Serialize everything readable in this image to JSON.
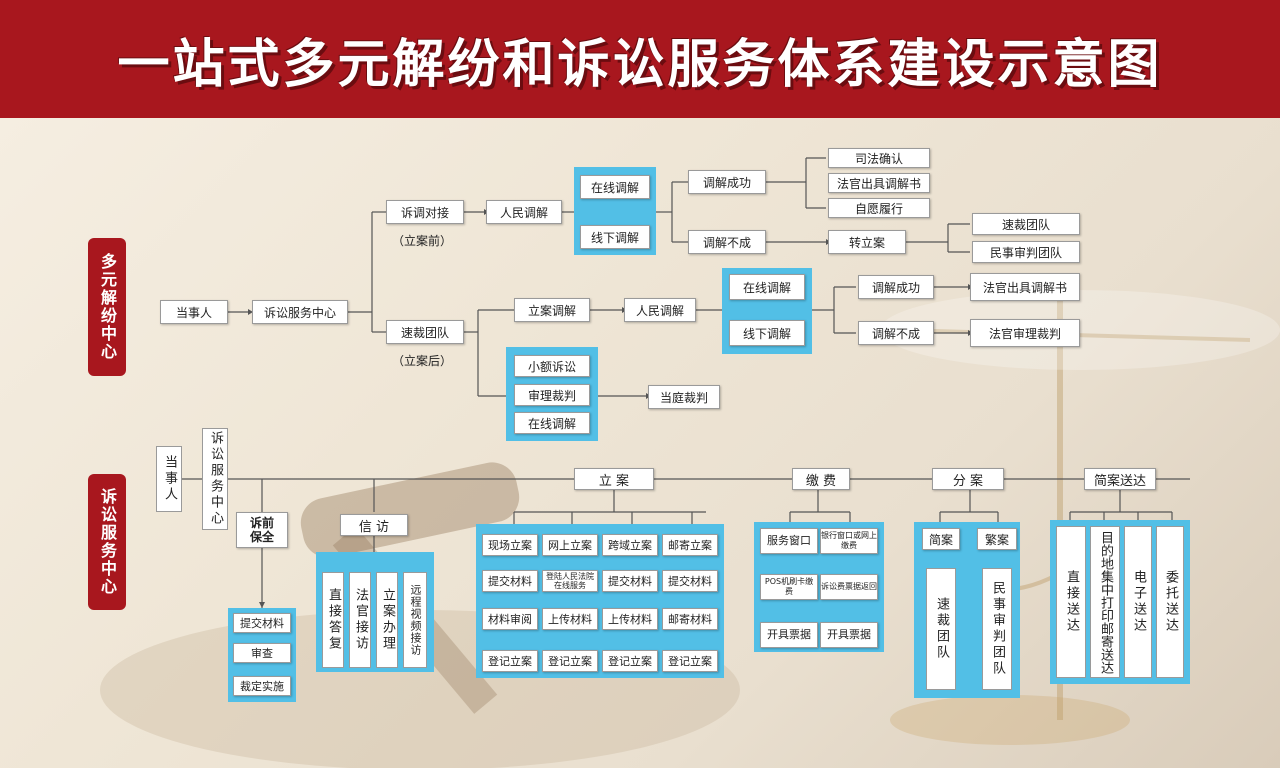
{
  "title": "一站式多元解纷和诉讼服务体系建设示意图",
  "colors": {
    "header": "#a8171e",
    "panel": "#52bfe6",
    "line": "#555555"
  },
  "top": {
    "side_label": "多元解纷中心",
    "dangshiren": "当事人",
    "center": "诉讼服务中心",
    "sutiao": "诉调对接",
    "sutiao_note": "（立案前）",
    "sucai": "速裁团队",
    "sucai_note": "（立案后）",
    "renmin1": "人民调解",
    "online1": "在线调解",
    "offline1": "线下调解",
    "success1": "调解成功",
    "fail1": "调解不成",
    "confirm": "司法确认",
    "judge_doc1": "法官出具调解书",
    "self_exec": "自愿履行",
    "transfer": "转立案",
    "fast_team": "速裁团队",
    "civil_team": "民事审判团队",
    "lian_mediation": "立案调解",
    "renmin2": "人民调解",
    "online2": "在线调解",
    "offline2": "线下调解",
    "success2": "调解成功",
    "fail2": "调解不成",
    "judge_doc2": "法官出具调解书",
    "judge_trial": "法官审理裁判",
    "small_claims": "小额诉讼",
    "trial": "审理裁判",
    "online3": "在线调解",
    "court_ruling": "当庭裁判"
  },
  "bottom": {
    "side_label": "诉讼服务中心",
    "dangshiren": "当事人",
    "center": "诉讼服务中心",
    "preservation": "诉前保全",
    "pres_steps": [
      "提交材料",
      "审查",
      "裁定实施"
    ],
    "xinfang": "信 访",
    "xinfang_items": [
      "直接答复",
      "法官接访",
      "立案办理",
      "远程视频接访"
    ],
    "lian": "立 案",
    "lian_cols": [
      {
        "head": "现场立案",
        "steps": [
          "提交材料",
          "材料审阅",
          "登记立案"
        ]
      },
      {
        "head": "网上立案",
        "steps": [
          "登陆人民法院在线服务",
          "上传材料",
          "登记立案"
        ]
      },
      {
        "head": "跨域立案",
        "steps": [
          "提交材料",
          "上传材料",
          "登记立案"
        ]
      },
      {
        "head": "邮寄立案",
        "steps": [
          "提交材料",
          "邮寄材料",
          "登记立案"
        ]
      }
    ],
    "fee": "缴 费",
    "fee_cols": [
      {
        "head": "服务窗口",
        "steps": [
          "POS机刷卡缴费",
          "开具票据"
        ]
      },
      {
        "head": "银行窗口或网上缴费",
        "steps": [
          "诉讼费票据返回",
          "开具票据"
        ]
      }
    ],
    "fenan": "分 案",
    "fenan_cols": [
      {
        "head": "简案",
        "body": "速裁团队"
      },
      {
        "head": "繁案",
        "body": "民事审判团队"
      }
    ],
    "delivery": "简案送达",
    "delivery_items": [
      "直接送达",
      "目的地集中打印邮寄送达",
      "电子送达",
      "委托送达"
    ]
  }
}
